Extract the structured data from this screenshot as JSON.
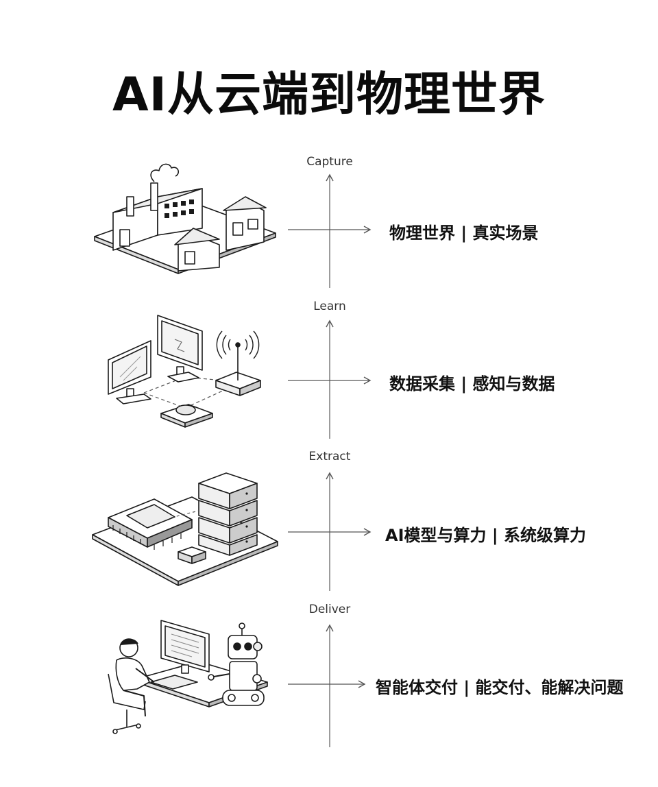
{
  "title": "AI从云端到物理世界",
  "steps": [
    "Capture",
    "Learn",
    "Extract",
    "Deliver"
  ],
  "stages": [
    {
      "label": "物理世界 | 真实场景",
      "icon": "factory-icon"
    },
    {
      "label": "数据采集 | 感知与数据",
      "icon": "sensor-network-icon"
    },
    {
      "label": "AI模型与算力 | 系统级算力",
      "icon": "chip-server-icon"
    },
    {
      "label": "智能体交付 | 能交付、能解决问题",
      "icon": "person-robot-icon"
    }
  ]
}
